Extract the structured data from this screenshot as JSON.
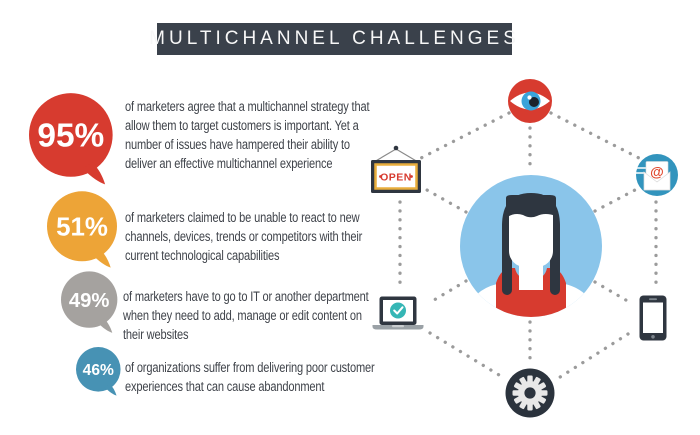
{
  "header": {
    "title": "MULTICHANNEL CHALLENGES",
    "bg": "#3a414b"
  },
  "stats": [
    {
      "pct": "95%",
      "color": "#d73b2f",
      "text": "of marketers agree that a multichannel strategy that\nallow them to target customers is important. Yet a\nnumber of issues have hampered their ability to\ndeliver an effective multichannel experience"
    },
    {
      "pct": "51%",
      "color": "#eda437",
      "text": "of marketers claimed to be unable to react to new\nchannels, devices, trends or competitors with their\ncurrent technological capabilities"
    },
    {
      "pct": "49%",
      "color": "#a5a29f",
      "text": "of marketers have to go to IT or another department\nwhen they need to add, manage or edit content on\ntheir websites"
    },
    {
      "pct": "46%",
      "color": "#4792b4",
      "text": "of organizations suffer from delivering poor customer\nexperiences that can cause abandonment"
    }
  ],
  "chart_data": {
    "type": "pie",
    "title": "MULTICHANNEL CHALLENGES",
    "categories": [
      "marketers who agree a multichannel strategy is important but face issues",
      "marketers unable to react to new channels, devices, trends or competitors",
      "marketers who must go to IT or another department to edit content",
      "organizations suffering poor customer experiences causing abandonment"
    ],
    "values": [
      95,
      51,
      49,
      46
    ],
    "unit": "percent",
    "colors": [
      "#d73b2f",
      "#eda437",
      "#a5a29f",
      "#4792b4"
    ]
  },
  "diagram": {
    "connector_color": "#9b9b9b",
    "open_sign": {
      "label": "OPEN",
      "text_color": "#d73b2f",
      "frame_color": "#2f3640",
      "border_color": "#e8ad3c"
    },
    "eye": {
      "ring_color": "#d73b2f",
      "iris_color": "#3aa3da",
      "pupil_color": "#1c232d"
    },
    "email": {
      "symbol": "@",
      "circle_color": "#3294bd",
      "symbol_color": "#e0492f"
    },
    "laptop": {
      "frame_color": "#2f3640",
      "check_circle_color": "#35b6b5",
      "base_color": "#9aa1a6"
    },
    "phone": {
      "body_color": "#2f3640"
    },
    "gear": {
      "circle_color": "#2b333d",
      "gear_color": "#e8e8e8"
    },
    "avatar": {
      "circle_color": "#8ac5ea",
      "hair_color": "#2e3640",
      "top_color": "#d73b2f",
      "skin_color": "#ffffff"
    }
  }
}
